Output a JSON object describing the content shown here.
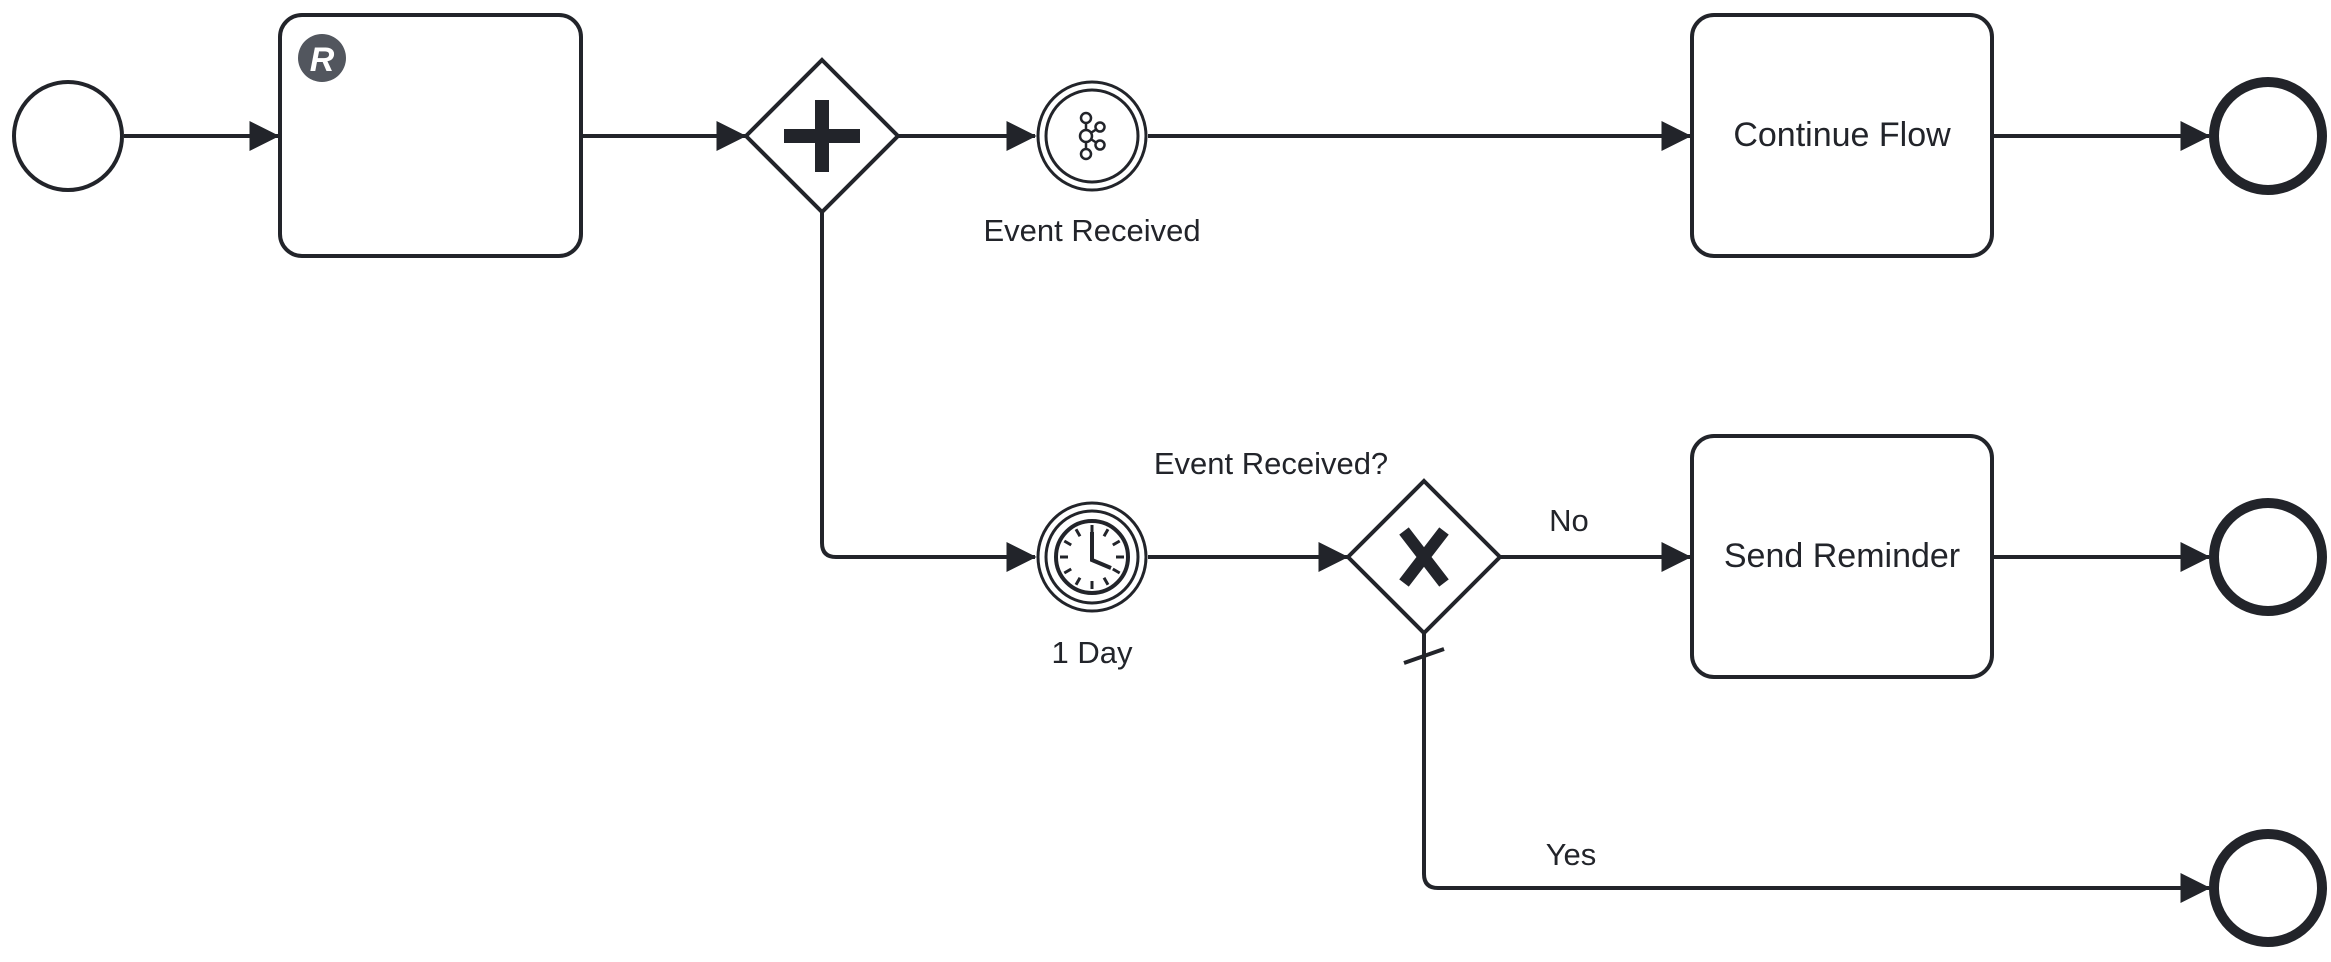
{
  "diagram": {
    "tasks": {
      "rpa_task": {
        "label": "",
        "badge": "R",
        "badge_icon": "rpa-badge-icon"
      },
      "continue_flow": {
        "label": "Continue Flow"
      },
      "send_reminder": {
        "label": "Send Reminder"
      }
    },
    "events": {
      "start": {
        "type": "start-event"
      },
      "message_catch": {
        "label": "Event Received",
        "icon": "kafka-message-icon"
      },
      "timer_catch": {
        "label": "1 Day",
        "icon": "clock-icon"
      },
      "end_continue": {
        "type": "end-event"
      },
      "end_reminder": {
        "type": "end-event"
      },
      "end_yes": {
        "type": "end-event"
      }
    },
    "gateways": {
      "parallel": {
        "type": "parallel",
        "icon": "plus-icon"
      },
      "exclusive": {
        "type": "exclusive",
        "label": "Event Received?",
        "icon": "x-icon"
      }
    },
    "flows": {
      "no": {
        "label": "No"
      },
      "yes": {
        "label": "Yes",
        "default": true
      }
    },
    "colors": {
      "stroke": "#22242a",
      "badge": "#52565e",
      "background": "#ffffff"
    }
  }
}
